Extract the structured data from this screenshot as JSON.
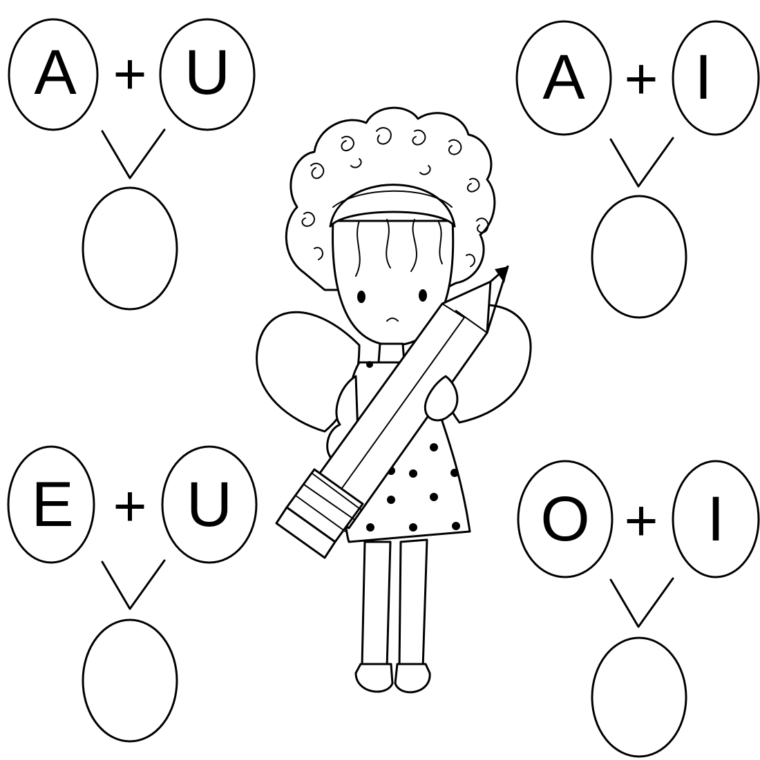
{
  "colors": {
    "ink": "#000000",
    "background": "#ffffff"
  },
  "puzzles": [
    {
      "left": "A",
      "operator": "+",
      "right": "U",
      "answer": ""
    },
    {
      "left": "A",
      "operator": "+",
      "right": "I",
      "answer": ""
    },
    {
      "left": "E",
      "operator": "+",
      "right": "U",
      "answer": ""
    },
    {
      "left": "O",
      "operator": "+",
      "right": "I",
      "answer": ""
    }
  ],
  "illustration": {
    "icon": "fairy-girl-with-pencil-icon"
  }
}
